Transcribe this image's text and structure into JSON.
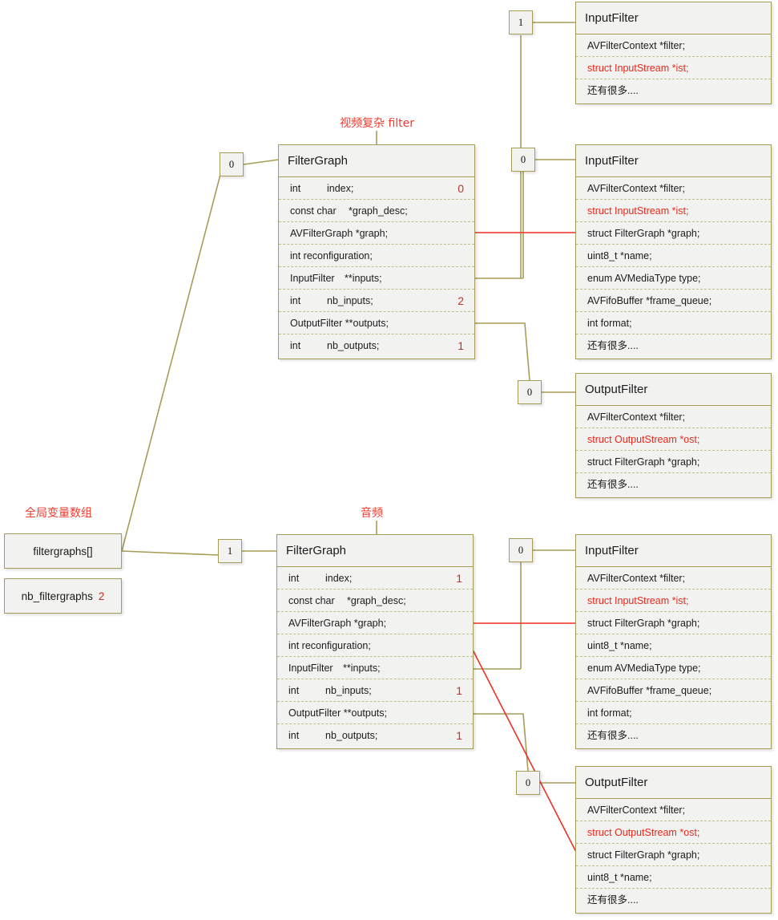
{
  "palette": {
    "border": "#a79c57",
    "fill": "#f2f2f0",
    "separator": "#c6bd85",
    "wire": "#a79c57",
    "red_text": "#e8291c",
    "red_value": "#c3322a",
    "red_caption": "#f03a2e",
    "background": "#ffffff"
  },
  "captions": {
    "video_filter": "视频复杂 filter",
    "audio": "音频",
    "globals": "全局变量数组"
  },
  "globals": {
    "filtergraphs": {
      "label": "filtergraphs[]"
    },
    "nb_filtergraphs": {
      "label": "nb_filtergraphs",
      "value": "2"
    }
  },
  "badges": {
    "input_top": "1",
    "input_video": "0",
    "output_video": "0",
    "filtergraph_video": "0",
    "filtergraph_audio": "1",
    "input_audio": "0",
    "output_audio": "0"
  },
  "classes": {
    "filtergraph_video": {
      "title": "FilterGraph",
      "rows": [
        {
          "type": "int",
          "name": "index;",
          "value": "0"
        },
        {
          "type": "const char",
          "name": "*graph_desc;",
          "value": ""
        },
        {
          "type": "AVFilterGraph *graph;",
          "name": "",
          "value": ""
        },
        {
          "type": "int reconfiguration;",
          "name": "",
          "value": ""
        },
        {
          "type": "InputFilter",
          "name": "**inputs;",
          "value": ""
        },
        {
          "type": "int",
          "name": "nb_inputs;",
          "value": "2"
        },
        {
          "type": "OutputFilter **outputs;",
          "name": "",
          "value": ""
        },
        {
          "type": "int",
          "name": "nb_outputs;",
          "value": "1"
        }
      ]
    },
    "filtergraph_audio": {
      "title": "FilterGraph",
      "rows": [
        {
          "type": "int",
          "name": "index;",
          "value": "1"
        },
        {
          "type": "const char",
          "name": "*graph_desc;",
          "value": ""
        },
        {
          "type": "AVFilterGraph *graph;",
          "name": "",
          "value": ""
        },
        {
          "type": "int reconfiguration;",
          "name": "",
          "value": ""
        },
        {
          "type": "InputFilter",
          "name": "**inputs;",
          "value": ""
        },
        {
          "type": "int",
          "name": "nb_inputs;",
          "value": "1"
        },
        {
          "type": "OutputFilter **outputs;",
          "name": "",
          "value": ""
        },
        {
          "type": "int",
          "name": "nb_outputs;",
          "value": "1"
        }
      ]
    },
    "inputfilter_top": {
      "title": "InputFilter",
      "rows": [
        {
          "text": "AVFilterContext   *filter;",
          "red": false
        },
        {
          "text": "struct InputStream *ist;",
          "red": true
        },
        {
          "text": "还有很多....",
          "red": false
        }
      ]
    },
    "inputfilter_video": {
      "title": "InputFilter",
      "rows": [
        {
          "text": "AVFilterContext   *filter;",
          "red": false
        },
        {
          "text": "struct InputStream *ist;",
          "red": true
        },
        {
          "text": "struct FilterGraph *graph;",
          "red": false
        },
        {
          "text": "uint8_t          *name;",
          "red": false
        },
        {
          "text": "enum AVMediaType   type;",
          "red": false
        },
        {
          "text": "AVFifoBuffer *frame_queue;",
          "red": false
        },
        {
          "text": "int format;",
          "red": false
        },
        {
          "text": "还有很多....",
          "red": false
        }
      ]
    },
    "outputfilter_video": {
      "title": "OutputFilter",
      "rows": [
        {
          "text": "AVFilterContext   *filter;",
          "red": false
        },
        {
          "text": "struct OutputStream *ost;",
          "red": true
        },
        {
          "text": "struct FilterGraph *graph;",
          "red": false
        },
        {
          "text": "还有很多....",
          "red": false
        }
      ]
    },
    "inputfilter_audio": {
      "title": "InputFilter",
      "rows": [
        {
          "text": "AVFilterContext   *filter;",
          "red": false
        },
        {
          "text": "struct InputStream *ist;",
          "red": true
        },
        {
          "text": "struct FilterGraph *graph;",
          "red": false
        },
        {
          "text": "uint8_t          *name;",
          "red": false
        },
        {
          "text": "enum AVMediaType   type;",
          "red": false
        },
        {
          "text": "AVFifoBuffer *frame_queue;",
          "red": false
        },
        {
          "text": "int format;",
          "red": false
        },
        {
          "text": "还有很多....",
          "red": false
        }
      ]
    },
    "outputfilter_audio": {
      "title": "OutputFilter",
      "rows": [
        {
          "text": "AVFilterContext   *filter;",
          "red": false
        },
        {
          "text": "struct OutputStream *ost;",
          "red": true
        },
        {
          "text": "struct FilterGraph *graph;",
          "red": false
        },
        {
          "text": "uint8_t          *name;",
          "red": false
        },
        {
          "text": "还有很多....",
          "red": false
        }
      ]
    }
  }
}
